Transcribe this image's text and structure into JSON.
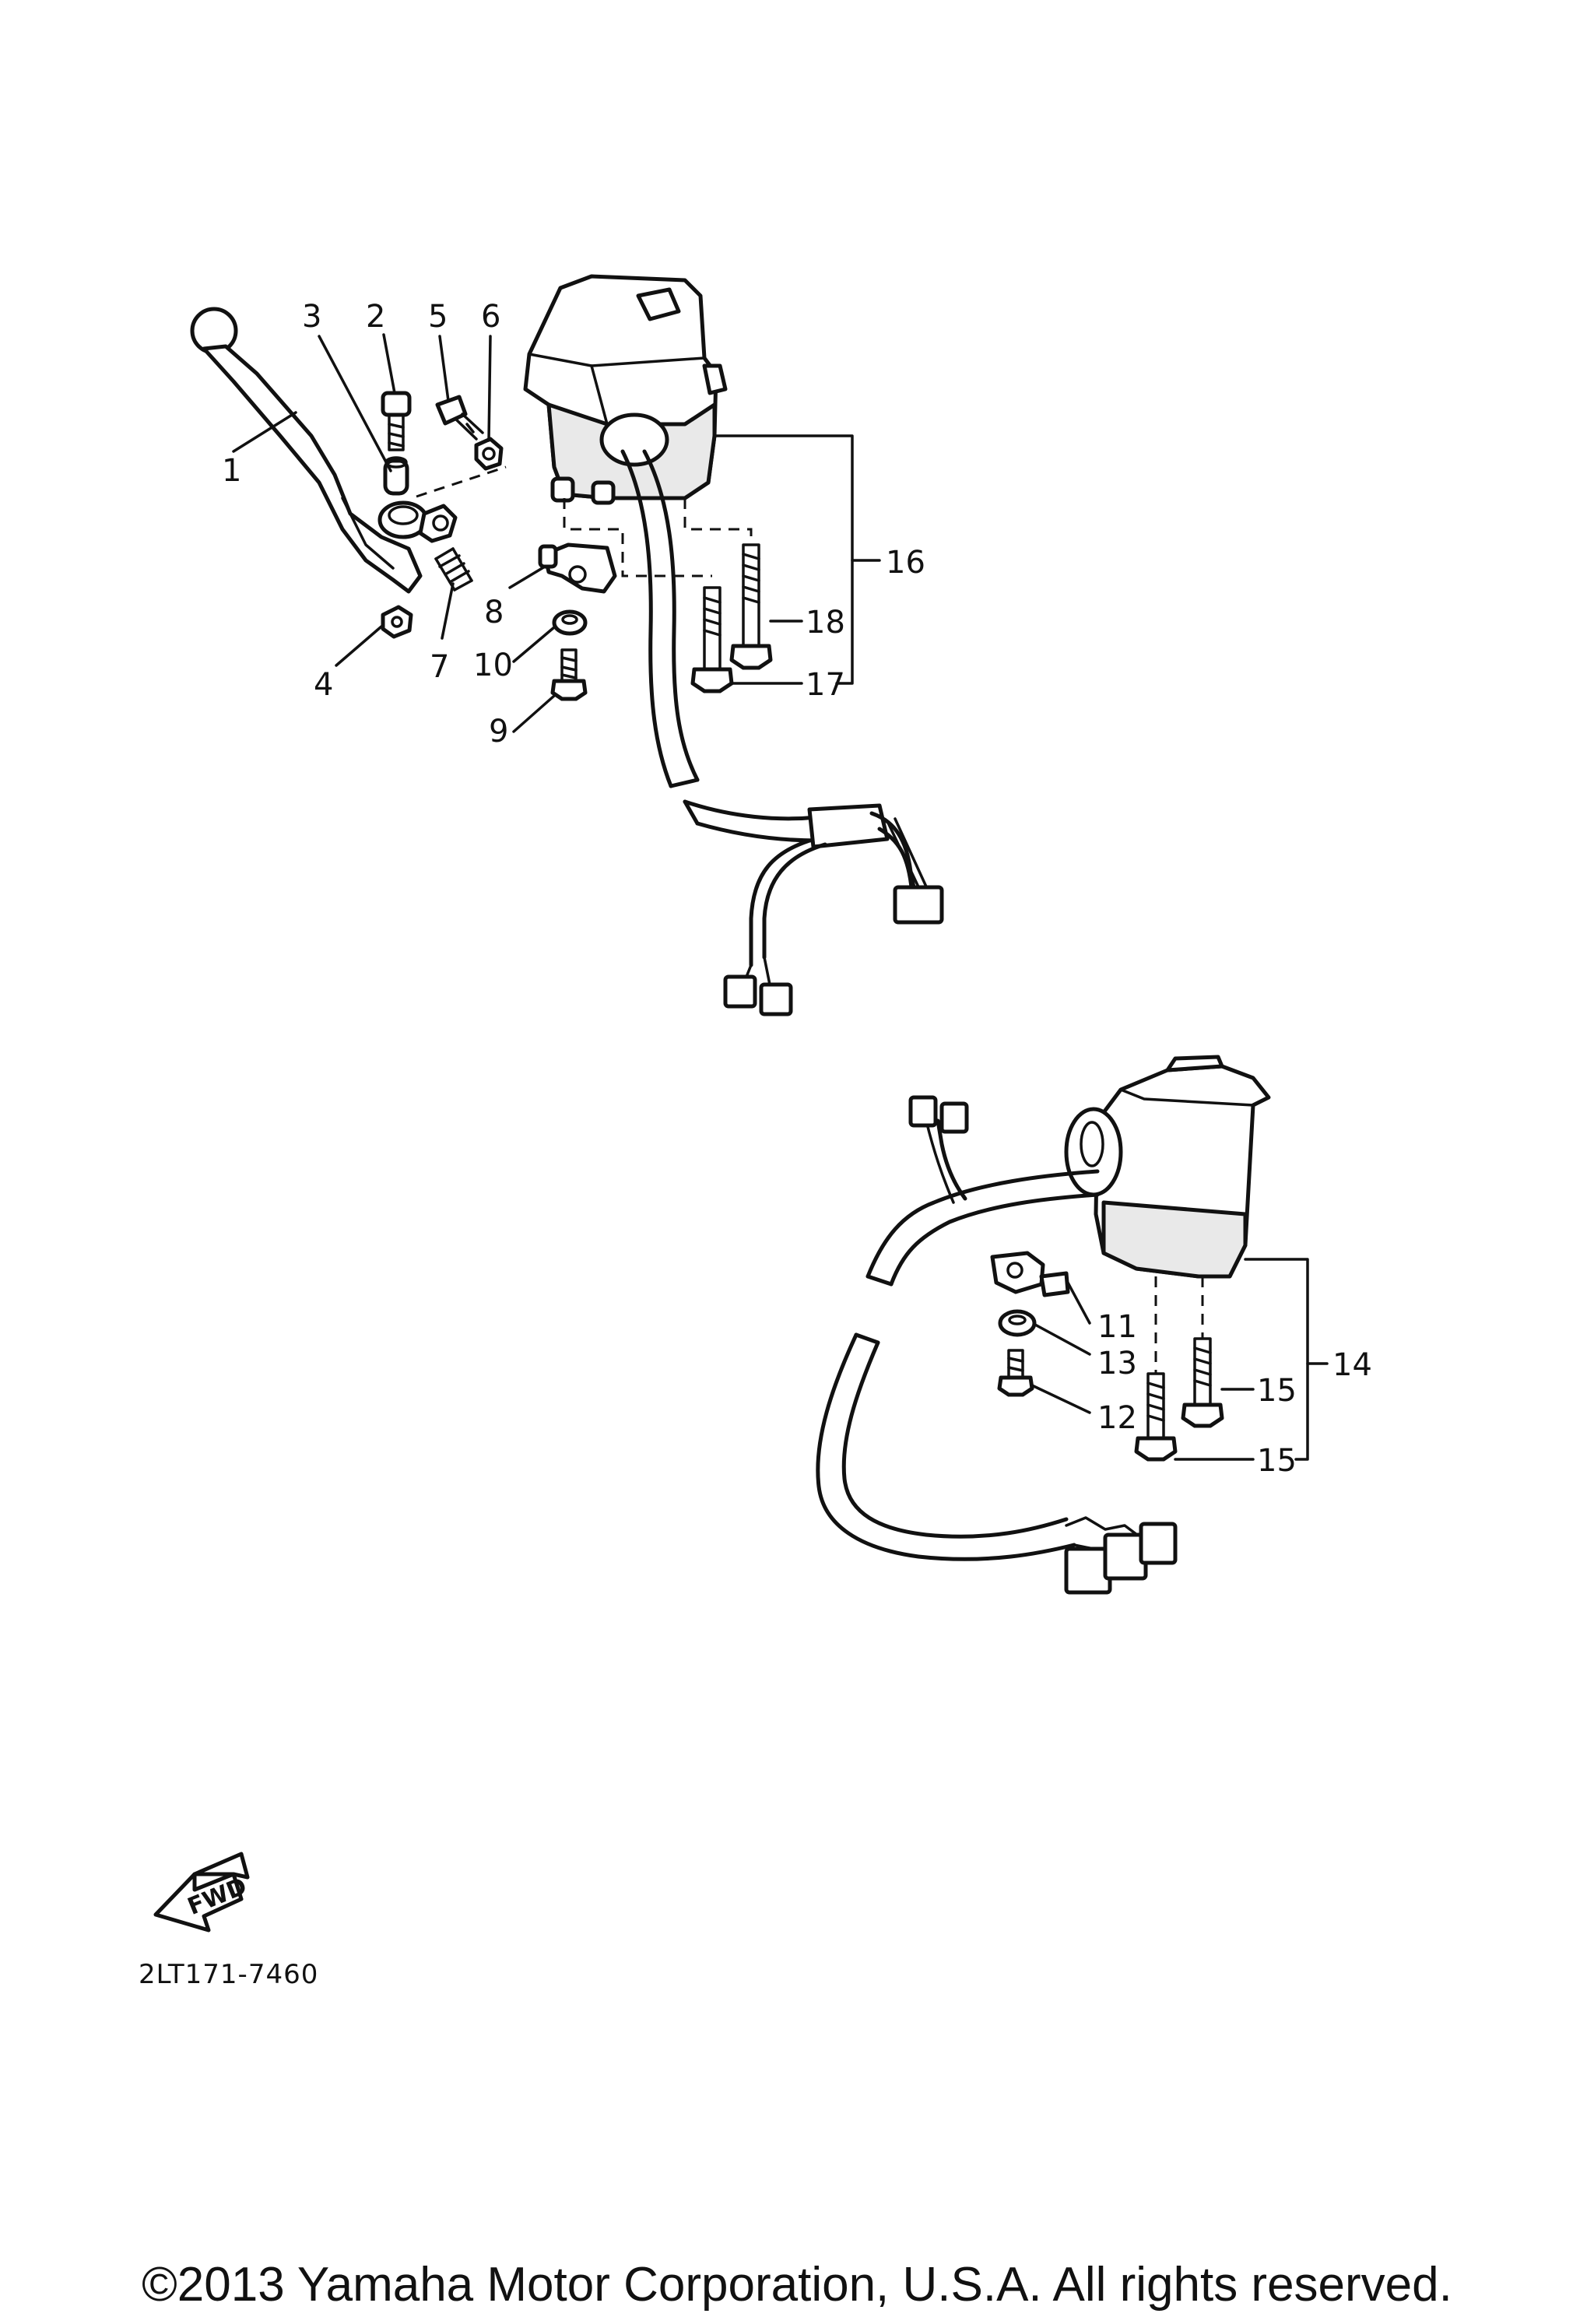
{
  "diagram_code": "2LT171-7460",
  "fwd_label": "FWD",
  "copyright": "©2013 Yamaha Motor Corporation, U.S.A. All rights reserved.",
  "callouts": {
    "c1": "1",
    "c2": "2",
    "c3": "3",
    "c4": "4",
    "c5": "5",
    "c6": "6",
    "c7": "7",
    "c8": "8",
    "c9": "9",
    "c10": "10",
    "c11": "11",
    "c12": "12",
    "c13": "13",
    "c14": "14",
    "c15a": "15",
    "c15b": "15",
    "c16": "16",
    "c17": "17",
    "c18": "18"
  }
}
